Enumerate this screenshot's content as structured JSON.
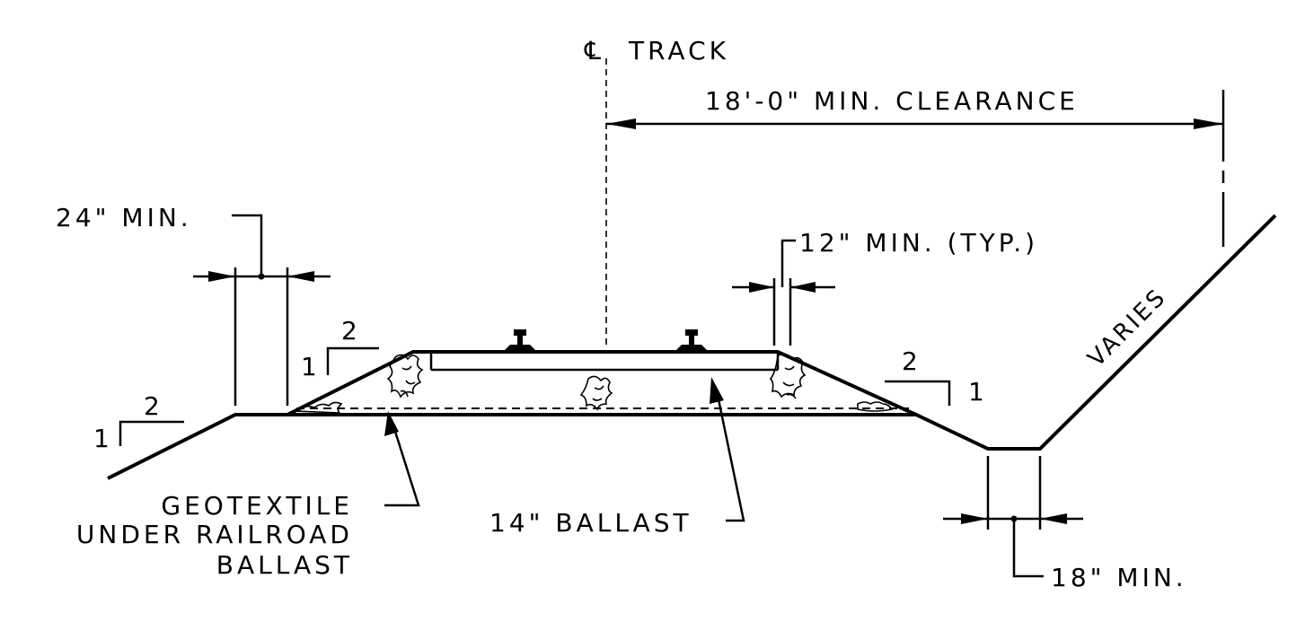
{
  "labels": {
    "centerline_symbol": "℄",
    "centerline": "TRACK",
    "clearance": "18'-0\" MIN. CLEARANCE",
    "left_offset": "24\" MIN.",
    "shoulder": "12\" MIN. (TYP.)",
    "varies": "VARIES",
    "geotextile_line1": "GEOTEXTILE",
    "geotextile_line2": "UNDER RAILROAD",
    "geotextile_line3": "BALLAST",
    "ballast": "14\" BALLAST",
    "ditch": "18\" MIN."
  },
  "slopes": {
    "left_outer": {
      "rise": "1",
      "run": "2"
    },
    "left_ballast": {
      "rise": "1",
      "run": "2"
    },
    "right_ballast": {
      "rise": "1",
      "run": "2"
    }
  },
  "colors": {
    "ink": "#000000",
    "paper": "#ffffff"
  }
}
